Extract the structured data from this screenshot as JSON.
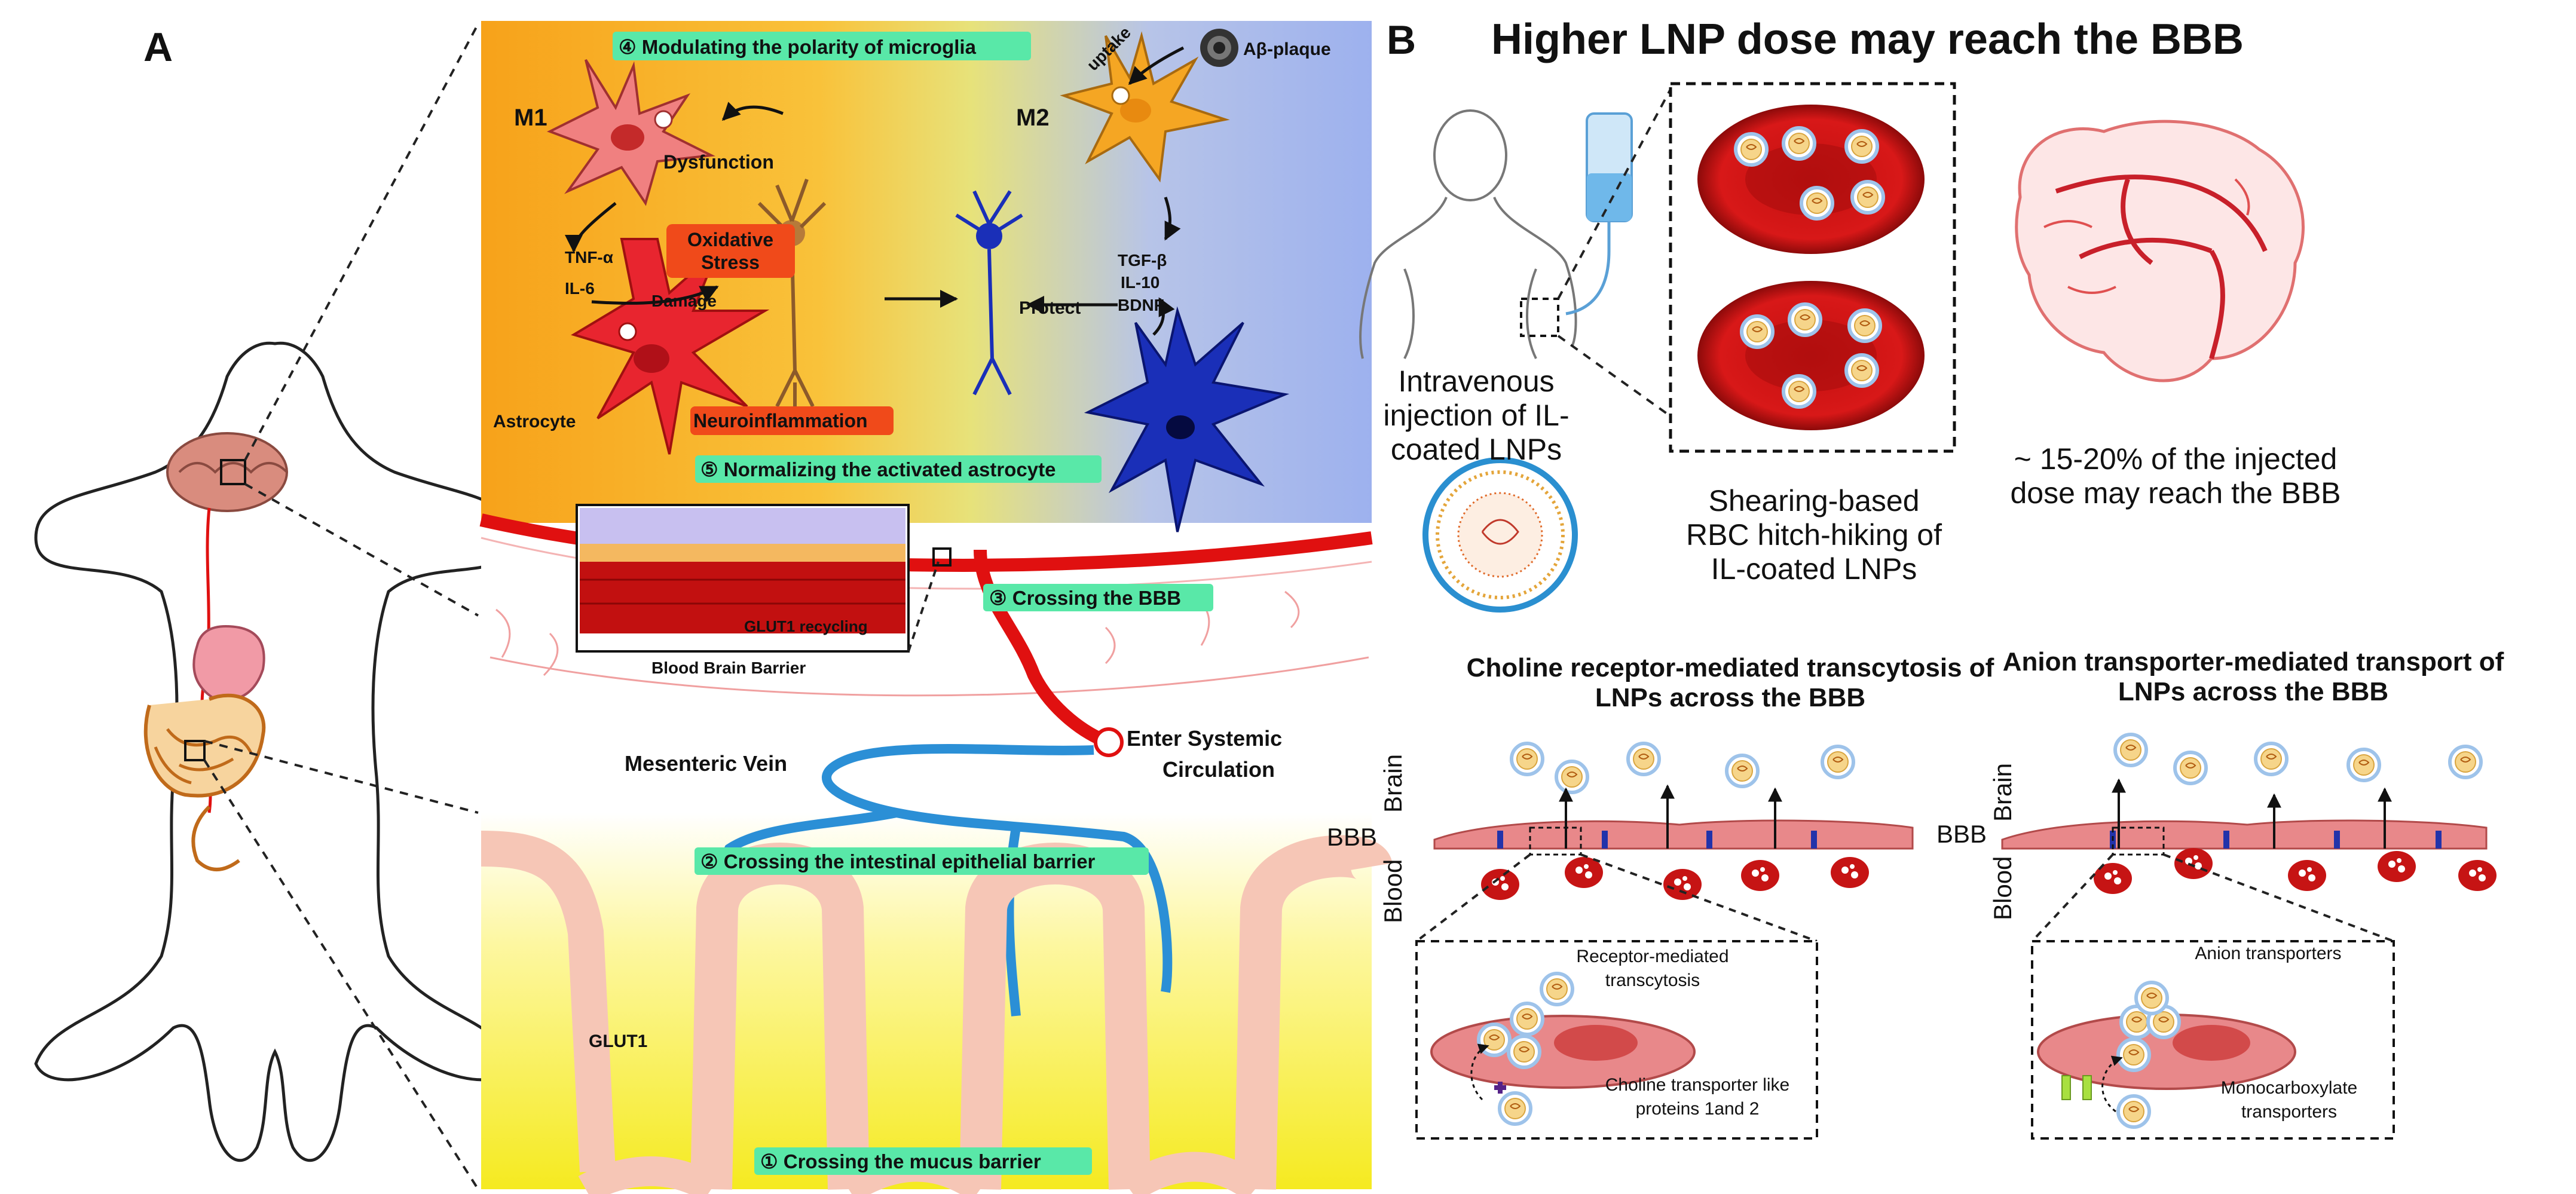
{
  "panel_a": {
    "letter": "A",
    "step1": "① Crossing the mucus barrier",
    "step2": "② Crossing the intestinal epithelial barrier",
    "step3": "③ Crossing the BBB",
    "step4": "④ Modulating the polarity of microglia",
    "step5": "⑤ Normalizing the activated astrocyte",
    "m1": "M1",
    "m2": "M2",
    "dysfunction": "Dysfunction",
    "uptake": "uptake",
    "abeta": "Aβ-plaque",
    "tnf": "TNF-α",
    "il6": "IL-6",
    "oxidative1": "Oxidative",
    "oxidative2": "Stress",
    "damage": "Damage",
    "protect": "Protect",
    "tgf": "TGF-β",
    "il10": "IL-10",
    "bdnf": "BDNF",
    "astrocyte": "Astrocyte",
    "neuroinflammation": "Neuroinflammation",
    "glut1_recycling": "GLUT1 recycling",
    "bbb_label": "Blood Brain Barrier",
    "enter1": "Enter Systemic",
    "enter2": "Circulation",
    "mesenteric": "Mesenteric Vein",
    "glut1": "GLUT1"
  },
  "panel_b": {
    "letter": "B",
    "title": "Higher LNP dose may reach the BBB",
    "iv1": "Intravenous",
    "iv2": "injection of IL-",
    "iv3": "coated LNPs",
    "shear1": "Shearing-based",
    "shear2": "RBC hitch-hiking of",
    "shear3": "IL-coated LNPs",
    "dose1": "~ 15-20% of the injected",
    "dose2": "dose may reach the BBB",
    "choline_t1": "Choline receptor-mediated transcytosis of",
    "choline_t2": "LNPs across the BBB",
    "anion_t1": "Anion transporter-mediated transport of",
    "anion_t2": "LNPs across the BBB",
    "brain": "Brain",
    "blood": "Blood",
    "bbb": "BBB",
    "rmt1": "Receptor-mediated",
    "rmt2": "transcytosis",
    "ctl1": "Choline transporter like",
    "ctl2": "proteins 1and 2",
    "anion_tr": "Anion transporters",
    "mct1": "Monocarboxylate",
    "mct2": "transporters"
  },
  "colors": {
    "microglia_m1": "#f08080",
    "microglia_m2": "#f5a623",
    "astrocyte": "#e8252f",
    "neuron_blue": "#1a2fb8",
    "vessel_red": "#e01010",
    "vein_blue": "#2b8fd6",
    "label_green": "#59e8a8",
    "label_red": "#f04a1a"
  }
}
